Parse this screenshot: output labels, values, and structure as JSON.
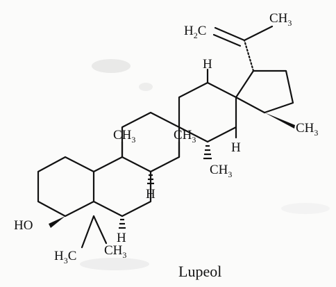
{
  "molecule": {
    "name": "Lupeol",
    "labels": {
      "h2c": "H",
      "h2c_sub": "2",
      "h2c_c": "C",
      "ch3_top": "CH",
      "ch3_top_sub": "3",
      "h_c18": "H",
      "h_c13": "H",
      "ch3_c17": "CH",
      "ch3_c17_sub": "3",
      "ch3_c10": "CH",
      "ch3_c10_sub": "3",
      "ch3_c8": "CH",
      "ch3_c8_sub": "3",
      "h_c9": "H",
      "ch3_c14": "CH",
      "ch3_c14_sub": "3",
      "ho": "HO",
      "h_c5": "H",
      "h3c_left": "H",
      "h3c_left_sub": "3",
      "h3c_left_c": "C",
      "ch3_c4b": "CH",
      "ch3_c4b_sub": "3"
    }
  }
}
